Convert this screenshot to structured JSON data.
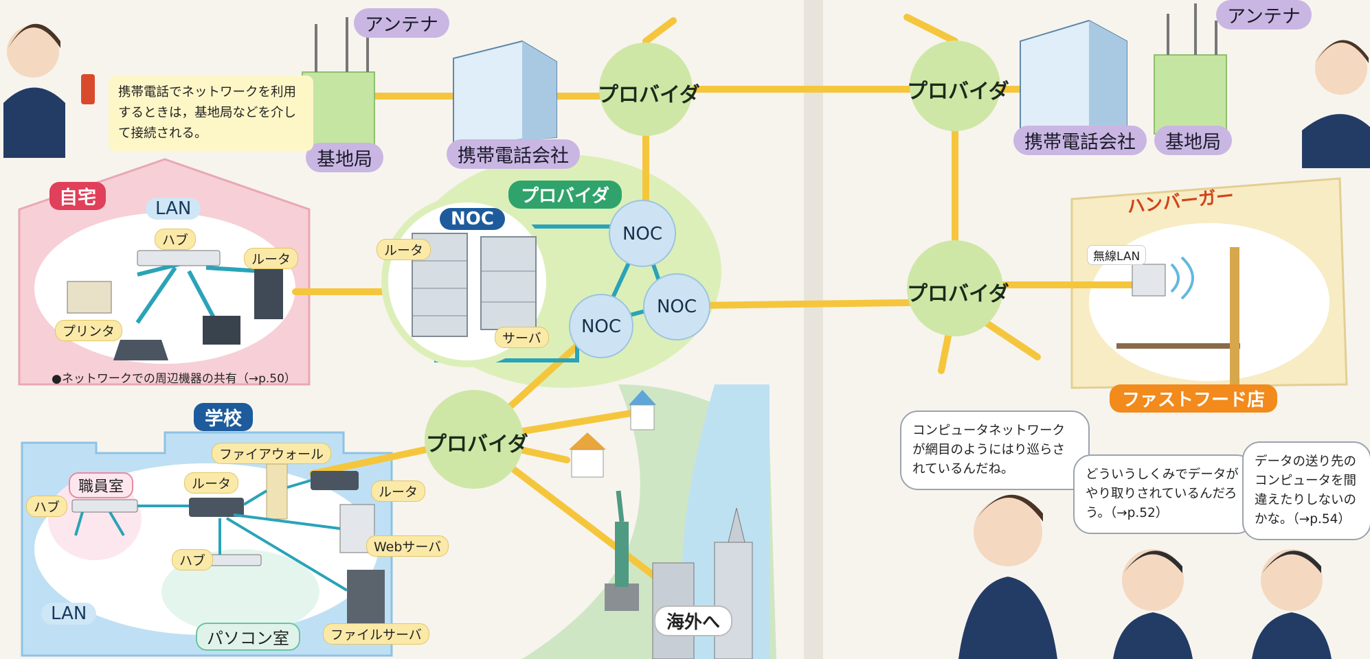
{
  "labels": {
    "provider": "プロバイダ",
    "noc": "NOC",
    "antenna": "アンテナ",
    "base_station": "基地局",
    "mobile_company": "携帯電話会社",
    "home": "自宅",
    "school": "学校",
    "lan": "LAN",
    "hub": "ハブ",
    "router": "ルータ",
    "printer": "プリンタ",
    "server": "サーバ",
    "firewall": "ファイアウォール",
    "staff_room": "職員室",
    "web_server": "Webサーバ",
    "file_server": "ファイルサーバ",
    "pc_room": "パソコン室",
    "overseas": "海外へ",
    "hamburger": "ハンバーガー",
    "wireless_lan": "無線LAN",
    "fastfood": "ファストフード店"
  },
  "texts": {
    "mobile_note": "携帯電話でネットワークを利用するときは，基地局などを介して接続される。",
    "home_footnote": "●ネットワークでの周辺機器の共有（→p.50）",
    "bubble1": "コンピュータネットワークが網目のようにはり巡らされているんだね。",
    "bubble2": "どういうしくみでデータがやり取りされているんだろう。（→p.52）",
    "bubble3": "データの送り先のコンピュータを間違えたりしないのかな。（→p.54）"
  },
  "colors": {
    "provider_green": "#cfe7a6",
    "noc_blue": "#cde3f3",
    "line_yellow": "#f5c63c",
    "line_teal": "#2aa3b8",
    "home_pink": "#f7cfd6",
    "school_blue": "#bfe0f4",
    "label_red": "#e0405a",
    "label_navy": "#1e5b9c",
    "label_green": "#2fa36b",
    "label_orange": "#f28a1c"
  }
}
